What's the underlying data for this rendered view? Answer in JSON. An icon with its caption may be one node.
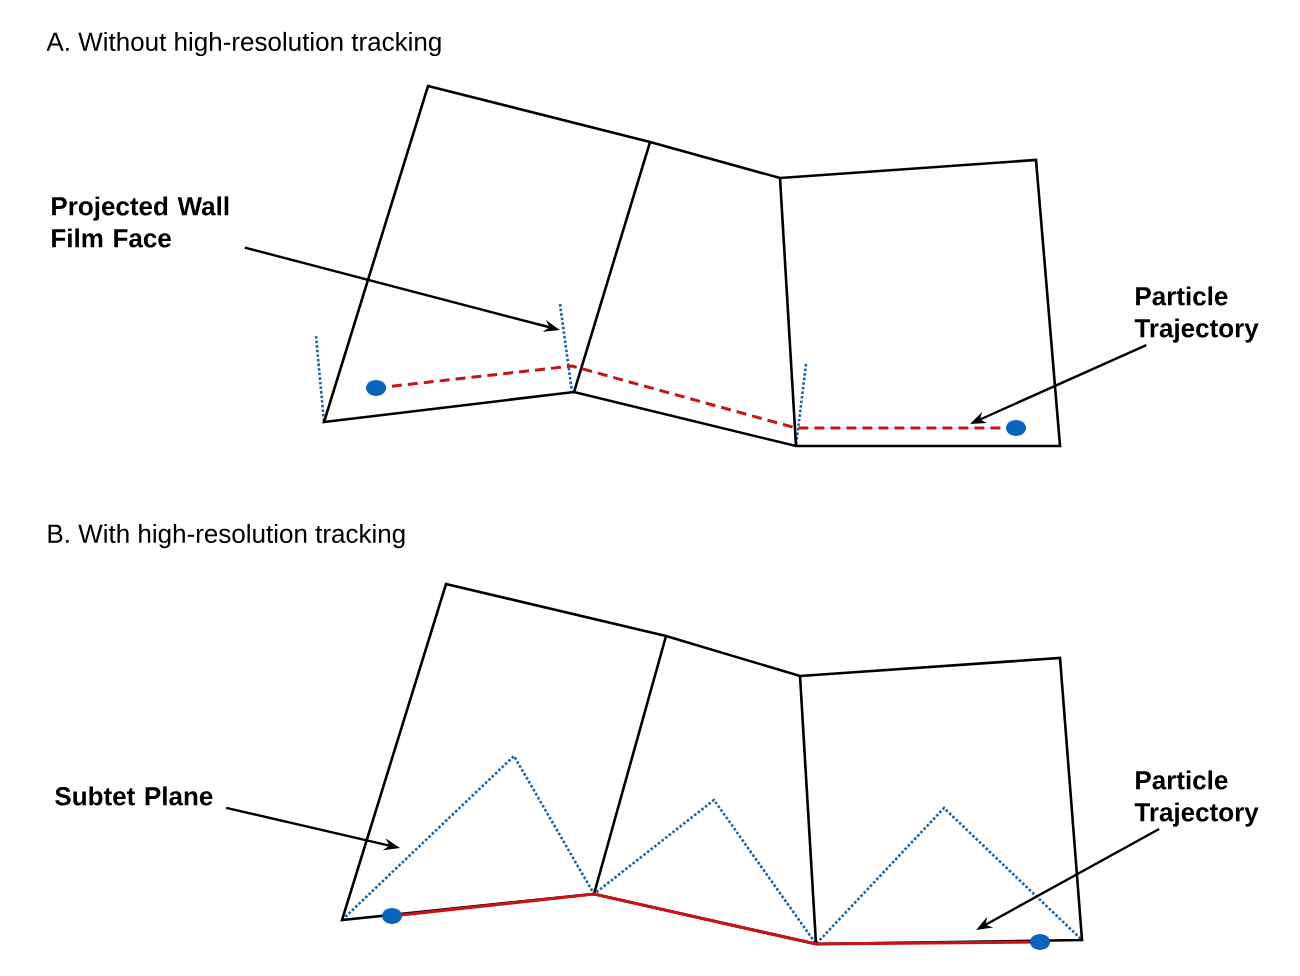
{
  "diagram": {
    "nodes": [
      {
        "text": [
          "Projected Wall Film Face"
        ]
      },
      {
        "text": [
          "Particle Trajectory"
        ]
      },
      {
        "text": [
          "Subtet Plane"
        ]
      },
      {
        "text": [
          "Particle Trajectory"
        ]
      }
    ],
    "edges": [
      {
        "from": 0,
        "to": null,
        "arrow": "to"
      },
      {
        "from": 1,
        "to": null,
        "arrow": "to"
      },
      {
        "from": 2,
        "to": null,
        "arrow": "to"
      },
      {
        "from": 3,
        "to": null,
        "arrow": "to"
      }
    ],
    "labels": [
      "A. Without high-resolution tracking",
      "B. With high-resolution tracking"
    ]
  }
}
